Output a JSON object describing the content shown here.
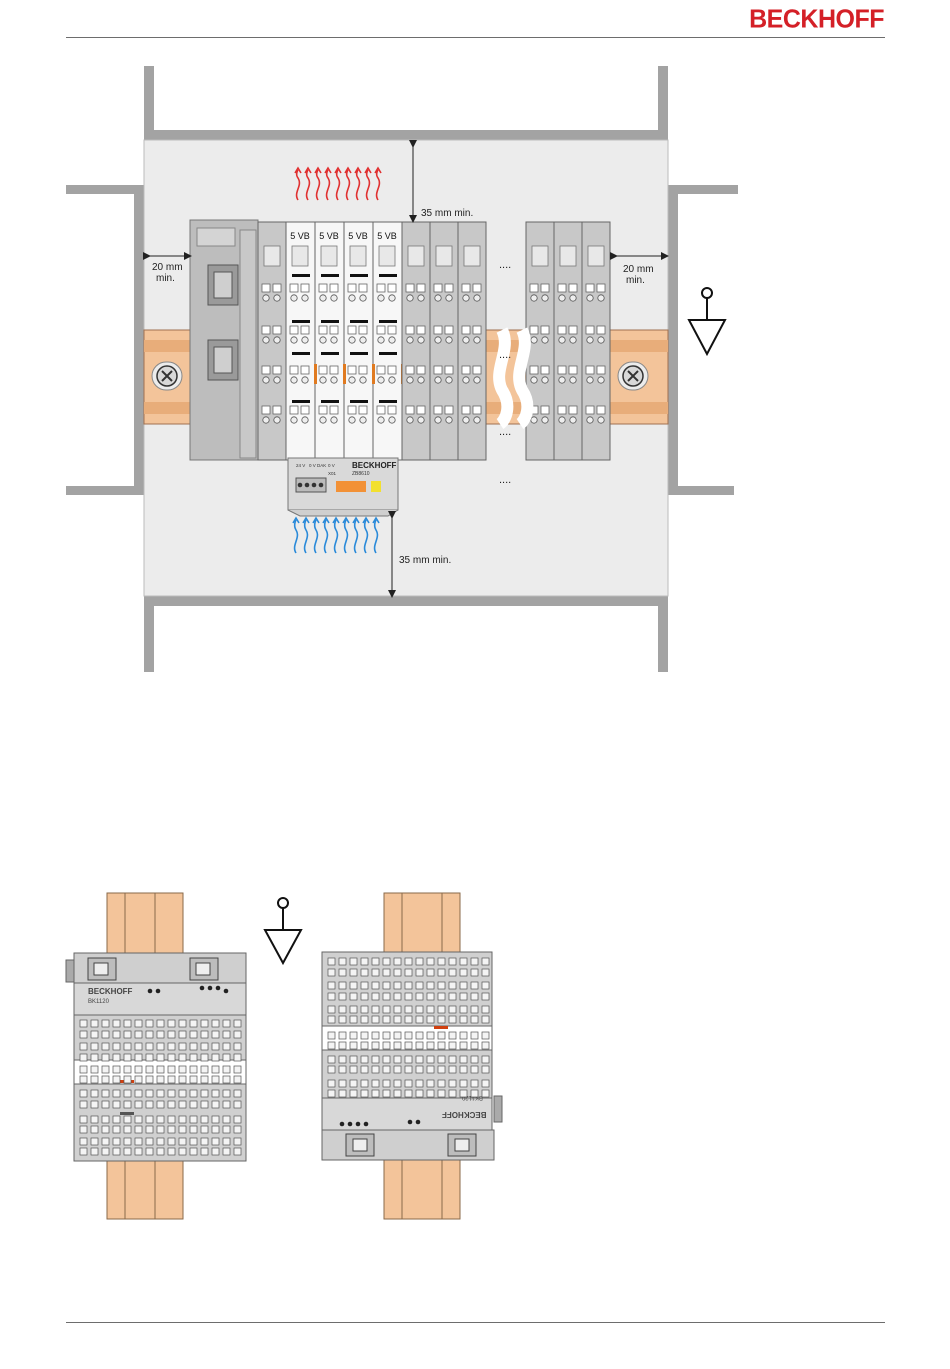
{
  "header": {
    "brand": "BECKHOFF"
  },
  "figure1": {
    "top_clearance": "35 mm min.",
    "bottom_clearance": "35 mm min.",
    "left_clearance_line1": "20 mm",
    "left_clearance_line2": "min.",
    "right_clearance_line1": "20 mm",
    "right_clearance_line2": "min.",
    "terminal_labels": [
      "5 VB",
      "5 VB",
      "5 VB",
      "5 VB"
    ],
    "ellipsis": "....",
    "module_brand": "BECKHOFF",
    "module_type": "ZB8610",
    "module_pins": [
      "24 V",
      "0 V DAK",
      "0 V",
      "X01"
    ]
  },
  "figure2": {
    "left_brand": "BECKHOFF",
    "left_model": "BK1120",
    "right_brand": "BECKHOFF",
    "right_model": "BK1120"
  },
  "colors": {
    "brand_red": "#d42027",
    "rail_orange": "#f3c49a",
    "enclosure_gray": "#a3a3a3",
    "panel_bg": "#ececec",
    "heat_red": "#e03030",
    "air_blue": "#2a8ad9"
  }
}
